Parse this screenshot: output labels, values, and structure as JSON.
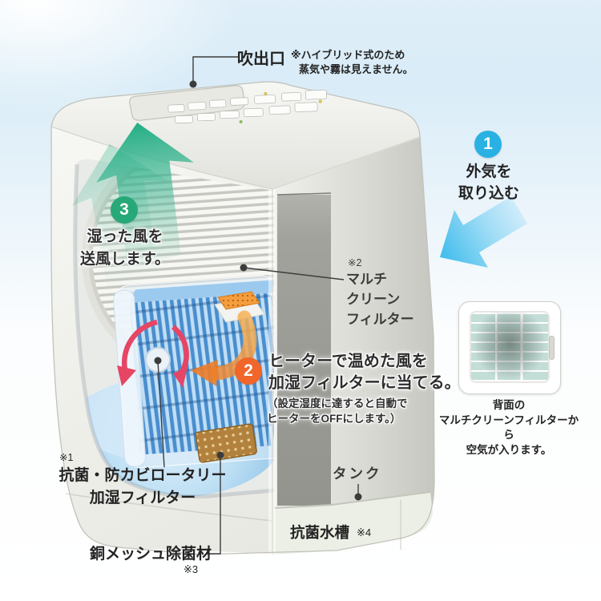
{
  "colors": {
    "step1_circle": "#29b1e3",
    "step2_circle": "#f0662b",
    "step3_circle": "#27a878",
    "intake_arrow": "#3fbcec",
    "outflow_arrow": "#1fae83",
    "rotation_arrow": "#e64564",
    "heater_arrow": "#ee7d28",
    "filter_blue": "#4a8ecf",
    "copper_mesh_color": "#b2813d",
    "leader_line": "#3c3c3c"
  },
  "annotations": {
    "outlet": {
      "label": "吹出口",
      "note1": "※ハイブリッド式のため",
      "note2": "蒸気や霧は見えません。"
    },
    "step1": {
      "number": "1",
      "line1": "外気を",
      "line2": "取り込む"
    },
    "step2": {
      "number": "2",
      "line1": "ヒーターで温めた風を",
      "line2": "加湿フィルターに当てる。",
      "note1": "（設定湿度に達すると自動で",
      "note2": "ヒーターをOFFにします。）"
    },
    "step3": {
      "number": "3",
      "line1": "湿った風を",
      "line2": "送風します。"
    },
    "multi_clean_filter": {
      "ref": "※2",
      "line1": "マルチ",
      "line2": "クリーン",
      "line3": "フィルター"
    },
    "rotary_filter": {
      "ref": "※1",
      "line1": "抗菌・防カビロータリー",
      "line2": "加湿フィルター"
    },
    "copper_mesh": {
      "label": "銅メッシュ除菌材",
      "ref": "※3"
    },
    "tank": {
      "label": "タンク"
    },
    "antibacterial_tray": {
      "label": "抗菌水槽",
      "ref": "※4"
    },
    "rear_inset": {
      "line1": "背面の",
      "line2": "マルチクリーンフィルターから",
      "line3": "空気が入ります。"
    }
  }
}
